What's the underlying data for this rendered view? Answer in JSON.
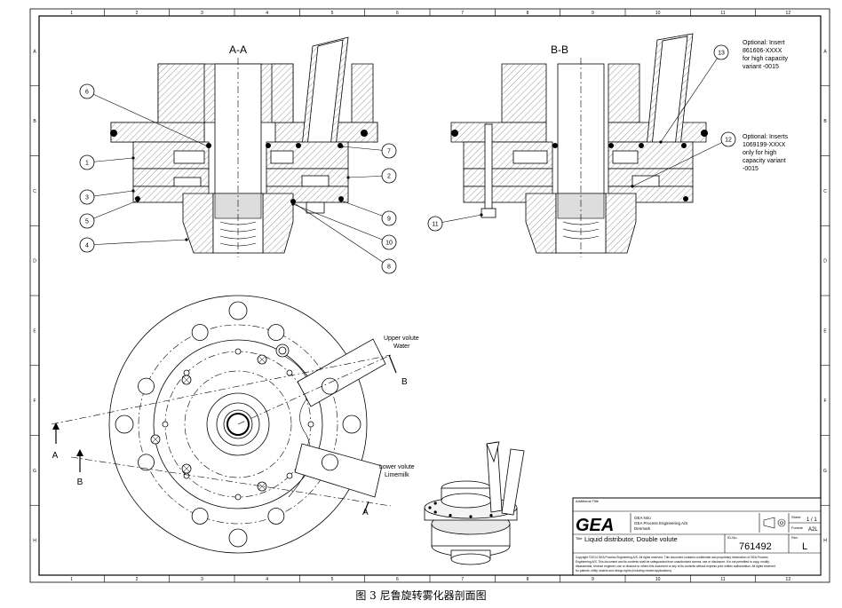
{
  "border": {
    "columns": [
      "1",
      "2",
      "3",
      "4",
      "5",
      "6",
      "7",
      "8",
      "9",
      "10",
      "11",
      "12"
    ],
    "rows": [
      "A",
      "B",
      "C",
      "D",
      "E",
      "F",
      "G",
      "H"
    ]
  },
  "sections": {
    "aa_title": "A-A",
    "bb_title": "B-B"
  },
  "callouts_aa": [
    "1",
    "2",
    "3",
    "4",
    "5",
    "6",
    "7",
    "8",
    "9",
    "10"
  ],
  "callouts_bb": [
    "11",
    "12",
    "13"
  ],
  "notes": {
    "insert_13": [
      "Optional: Insert",
      "861606-XXXX",
      "for high capacity",
      "variant -0015"
    ],
    "insert_12": [
      "Optional: Inserts",
      "1069199-XXXX",
      "only for high",
      "capacity variant",
      "-0015"
    ]
  },
  "plan_labels": {
    "upper_volute": [
      "Upper volute",
      "Water"
    ],
    "lower_volute": [
      "Lower volute",
      "Limemilk"
    ],
    "section_a": "A",
    "section_b": "B"
  },
  "title_block": {
    "additional_title_label": "Additional Title",
    "logo": "GEA",
    "company_lines": [
      "GEA Niro",
      "GEA Process Engineering A/S",
      "Denmark"
    ],
    "sheet_label": "Sheet",
    "sheet_value": "1 / 1",
    "format_label": "Format",
    "format_value": "A2L",
    "title_label": "Title",
    "title": "Liquid distributor, Double volute",
    "id_label": "ID-No.",
    "id_value": "761492",
    "rev_label": "Rev",
    "rev_value": "L",
    "copyright_lines": [
      "Copyright ©2014 GEA Process Engineering A/S. All rights reserved. This document contains confidential and proprietary information of GEA Process",
      "Engineering A/S. This document and its contents shall be safeguarded from unauthorized access, use or disclosure. It is not permitted to copy, modify,",
      "disassemble, reverse engineer, use or disclose to others this document or any of its contents without express prior written authorization. All rights reserved",
      "for patents, utility models and design rights (including related applications)."
    ]
  },
  "caption": "图 3 尼鲁旋转雾化器剖面图"
}
